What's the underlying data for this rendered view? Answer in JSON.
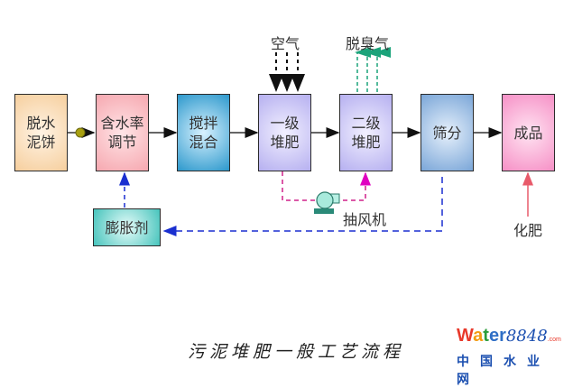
{
  "diagram": {
    "title": "污泥堆肥一般工艺流程",
    "nodes": [
      {
        "id": "dewatered-cake",
        "label": "脱水\n泥饼",
        "color": "#f8d8b0"
      },
      {
        "id": "moisture-adjust",
        "label": "含水率\n调节",
        "color": "#f8b8be"
      },
      {
        "id": "mixing",
        "label": "搅拌\n混合",
        "color": "#3aa8d6"
      },
      {
        "id": "primary-compost",
        "label": "一级\n堆肥",
        "color": "#c6c2f4"
      },
      {
        "id": "secondary-compost",
        "label": "二级\n堆肥",
        "color": "#c6c2f4"
      },
      {
        "id": "screening",
        "label": "筛分",
        "color": "#8fb6e0"
      },
      {
        "id": "product",
        "label": "成品",
        "color": "#f7a6cf"
      },
      {
        "id": "bulking-agent",
        "label": "膨胀剂",
        "color": "#58cfc8"
      }
    ],
    "labels": {
      "air": "空气",
      "deodorized_gas": "脱臭气",
      "blower": "抽风机",
      "fertilizer": "化肥"
    },
    "edges": [
      {
        "from": "dewatered-cake",
        "to": "moisture-adjust",
        "style": "solid"
      },
      {
        "from": "moisture-adjust",
        "to": "mixing",
        "style": "solid"
      },
      {
        "from": "mixing",
        "to": "primary-compost",
        "style": "solid"
      },
      {
        "from": "primary-compost",
        "to": "secondary-compost",
        "style": "solid"
      },
      {
        "from": "secondary-compost",
        "to": "screening",
        "style": "solid"
      },
      {
        "from": "screening",
        "to": "product",
        "style": "solid"
      },
      {
        "from": "air",
        "to": "primary-compost",
        "style": "dashed"
      },
      {
        "from": "secondary-compost",
        "to": "deodorized_gas",
        "style": "dashed"
      },
      {
        "from": "primary-compost",
        "to": "secondary-compost",
        "via": "blower",
        "style": "dashed"
      },
      {
        "from": "screening",
        "to": "bulking-agent",
        "style": "dashed"
      },
      {
        "from": "bulking-agent",
        "to": "moisture-adjust",
        "style": "dashed"
      },
      {
        "from": "fertilizer",
        "to": "product",
        "style": "solid"
      }
    ]
  },
  "watermark": {
    "brand_letters": [
      "W",
      "a",
      "t",
      "e",
      "r"
    ],
    "brand_number": "8848",
    "brand_suffix": ".com",
    "subtitle": "中国水业网"
  }
}
